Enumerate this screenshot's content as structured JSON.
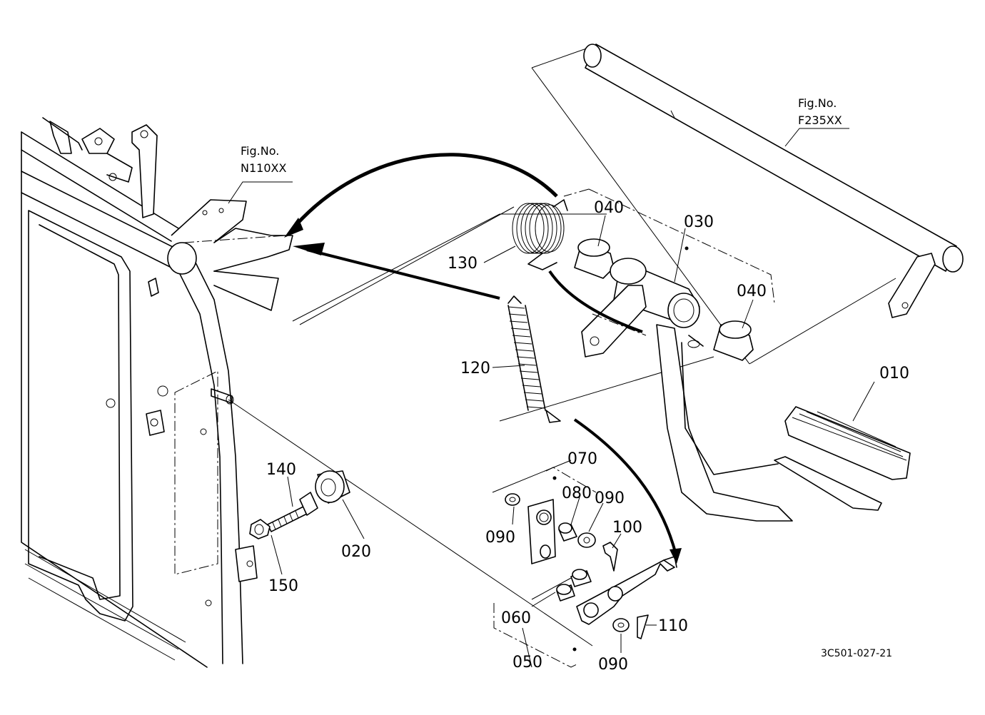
{
  "fig_refs": [
    {
      "line1": "Fig.No.",
      "line2": "N110XX"
    },
    {
      "line1": "Fig.No.",
      "line2": "F235XX"
    }
  ],
  "parts": {
    "p010": "010",
    "p020": "020",
    "p030": "030",
    "p040a": "040",
    "p040b": "040",
    "p050": "050",
    "p060": "060",
    "p070": "070",
    "p080": "080",
    "p090a": "090",
    "p090b": "090",
    "p090c": "090",
    "p100": "100",
    "p110": "110",
    "p120": "120",
    "p130": "130",
    "p140": "140",
    "p150": "150"
  },
  "drawing_code": "3C501-027-21"
}
